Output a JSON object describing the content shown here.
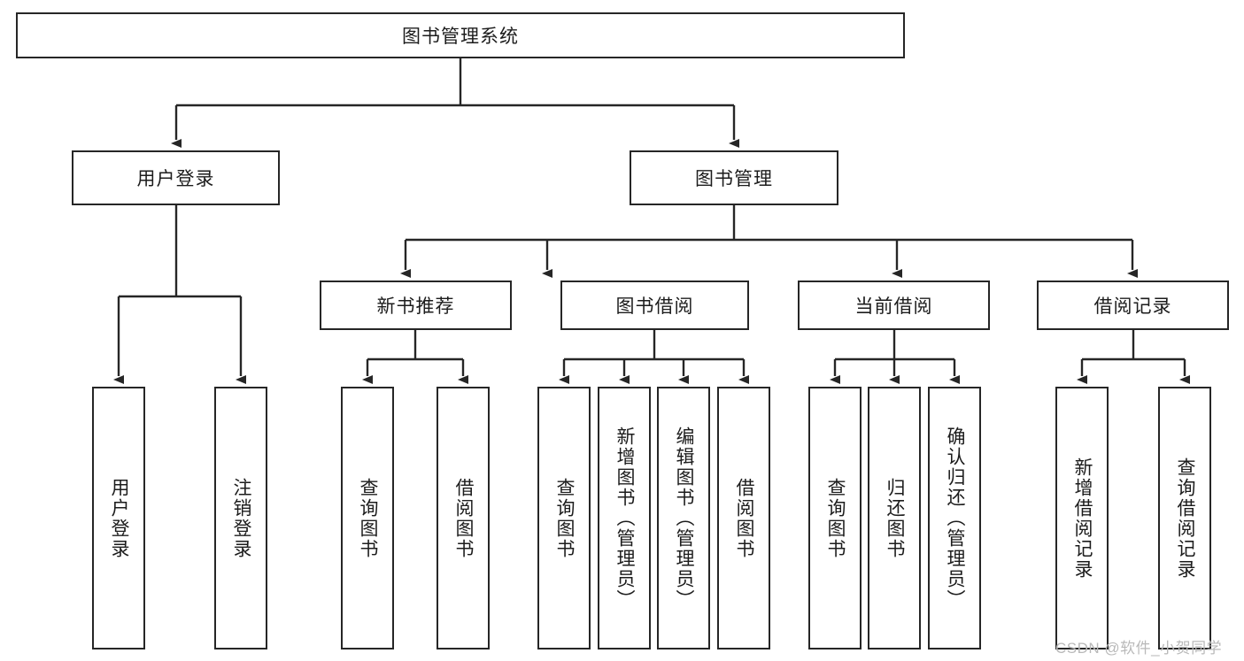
{
  "diagram": {
    "type": "tree-hierarchy",
    "root": {
      "label": "图书管理系统"
    },
    "level2": [
      {
        "label": "用户登录"
      },
      {
        "label": "图书管理"
      }
    ],
    "level3": [
      {
        "label": "新书推荐"
      },
      {
        "label": "图书借阅"
      },
      {
        "label": "当前借阅"
      },
      {
        "label": "借阅记录"
      }
    ],
    "leaves": {
      "user_login": [
        {
          "label": "用户登录"
        },
        {
          "label": "注销登录"
        }
      ],
      "new_book_recommend": [
        {
          "label": "查询图书"
        },
        {
          "label": "借阅图书"
        }
      ],
      "book_borrow": [
        {
          "label": "查询图书"
        },
        {
          "label": "新增图书（管理员）"
        },
        {
          "label": "编辑图书（管理员）"
        },
        {
          "label": "借阅图书"
        }
      ],
      "current_borrow": [
        {
          "label": "查询图书"
        },
        {
          "label": "归还图书"
        },
        {
          "label": "确认归还（管理员）"
        }
      ],
      "borrow_record": [
        {
          "label": "新增借阅记录"
        },
        {
          "label": "查询借阅记录"
        }
      ]
    }
  },
  "watermark": {
    "text": "CSDN @软件_小贺同学"
  },
  "colors": {
    "stroke": "#262626",
    "text": "#1c1c1c",
    "background": "#ffffff",
    "watermark": "#b9b9b9"
  }
}
